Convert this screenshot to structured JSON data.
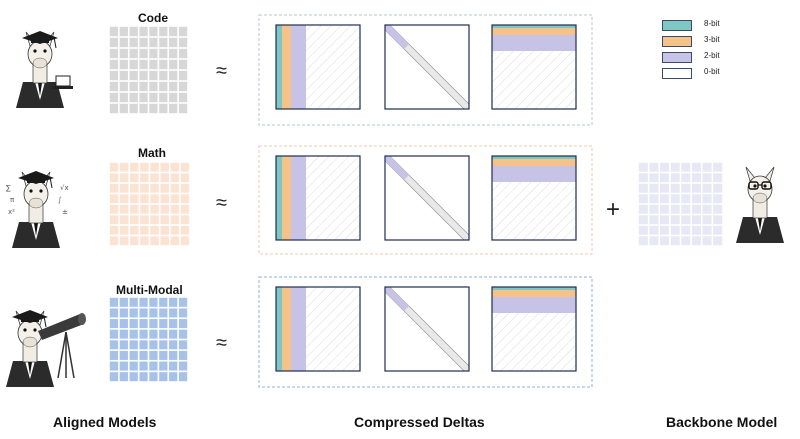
{
  "colors": {
    "bit8": "#7ec7c2",
    "bit3": "#f5c38a",
    "bit2": "#c7c3e6",
    "code_cell": "#d7d7d7",
    "math_cell": "#fae3d3",
    "mm_cell": "#a7c2e8",
    "backbone_cell": "#e6e8f3",
    "matrix_border": "#1f2d4f",
    "code_box_border": "#b9c3d6",
    "math_box_border": "#efc7b0",
    "mm_box_border": "#8fb1dd"
  },
  "icons": [
    "llama-graduate-laptop-icon",
    "llama-graduate-math-icon",
    "llama-telescope-icon",
    "llama-glasses-icon"
  ],
  "rows": [
    {
      "id": "code",
      "title": "Code",
      "approx": "≈"
    },
    {
      "id": "math",
      "title": "Math",
      "approx": "≈"
    },
    {
      "id": "mm",
      "title": "Multi-Modal",
      "approx": "≈"
    }
  ],
  "plus": "+",
  "legend": [
    {
      "label": "8-bit",
      "color": "#7ec7c2"
    },
    {
      "label": "3-bit",
      "color": "#f5c38a"
    },
    {
      "label": "2-bit",
      "color": "#c7c3e6"
    },
    {
      "label": "0-bit",
      "color": "#ffffff"
    }
  ],
  "footer": {
    "aligned": "Aligned Models",
    "compressed": "Compressed Deltas",
    "backbone": "Backbone Model"
  }
}
